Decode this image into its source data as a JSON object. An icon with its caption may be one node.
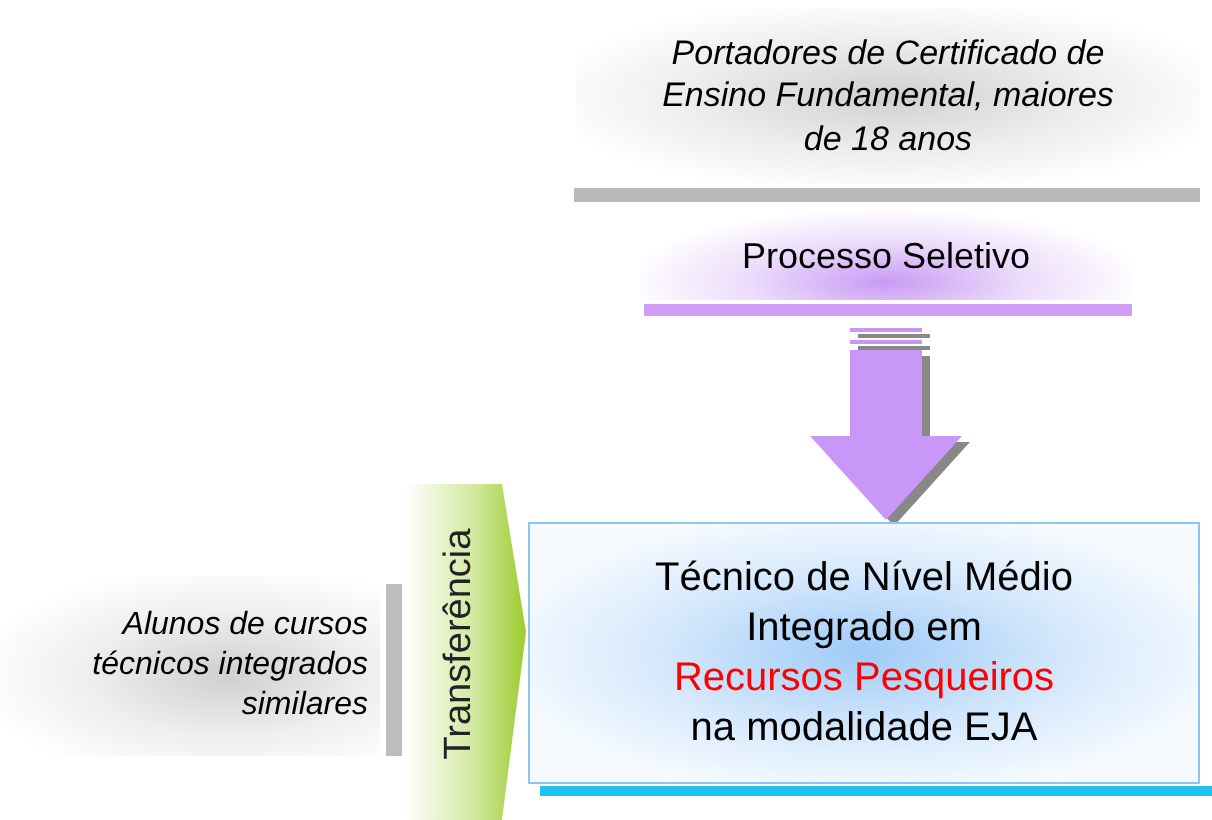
{
  "diagram": {
    "nodes": [
      {
        "text": [
          "Portadores de Certificado de Ensino Fundamental, maiores de 18 anos"
        ]
      },
      {
        "text": [
          "Processo Seletivo"
        ]
      },
      {
        "text": [
          "Técnico de Nível Médio Integrado em",
          "Recursos Pesqueiros",
          "na modalidade EJA"
        ]
      },
      {
        "text": [
          "Alunos de cursos técnicos integrados similares"
        ]
      }
    ],
    "edges": [
      {
        "from": 1,
        "to": 2,
        "arrow": "to",
        "style": "thick",
        "color": "#c997f7"
      },
      {
        "from": 3,
        "to": 2,
        "arrow": "to",
        "label": "Transferência",
        "style": "thick",
        "color": "#9ccc2e"
      }
    ]
  }
}
